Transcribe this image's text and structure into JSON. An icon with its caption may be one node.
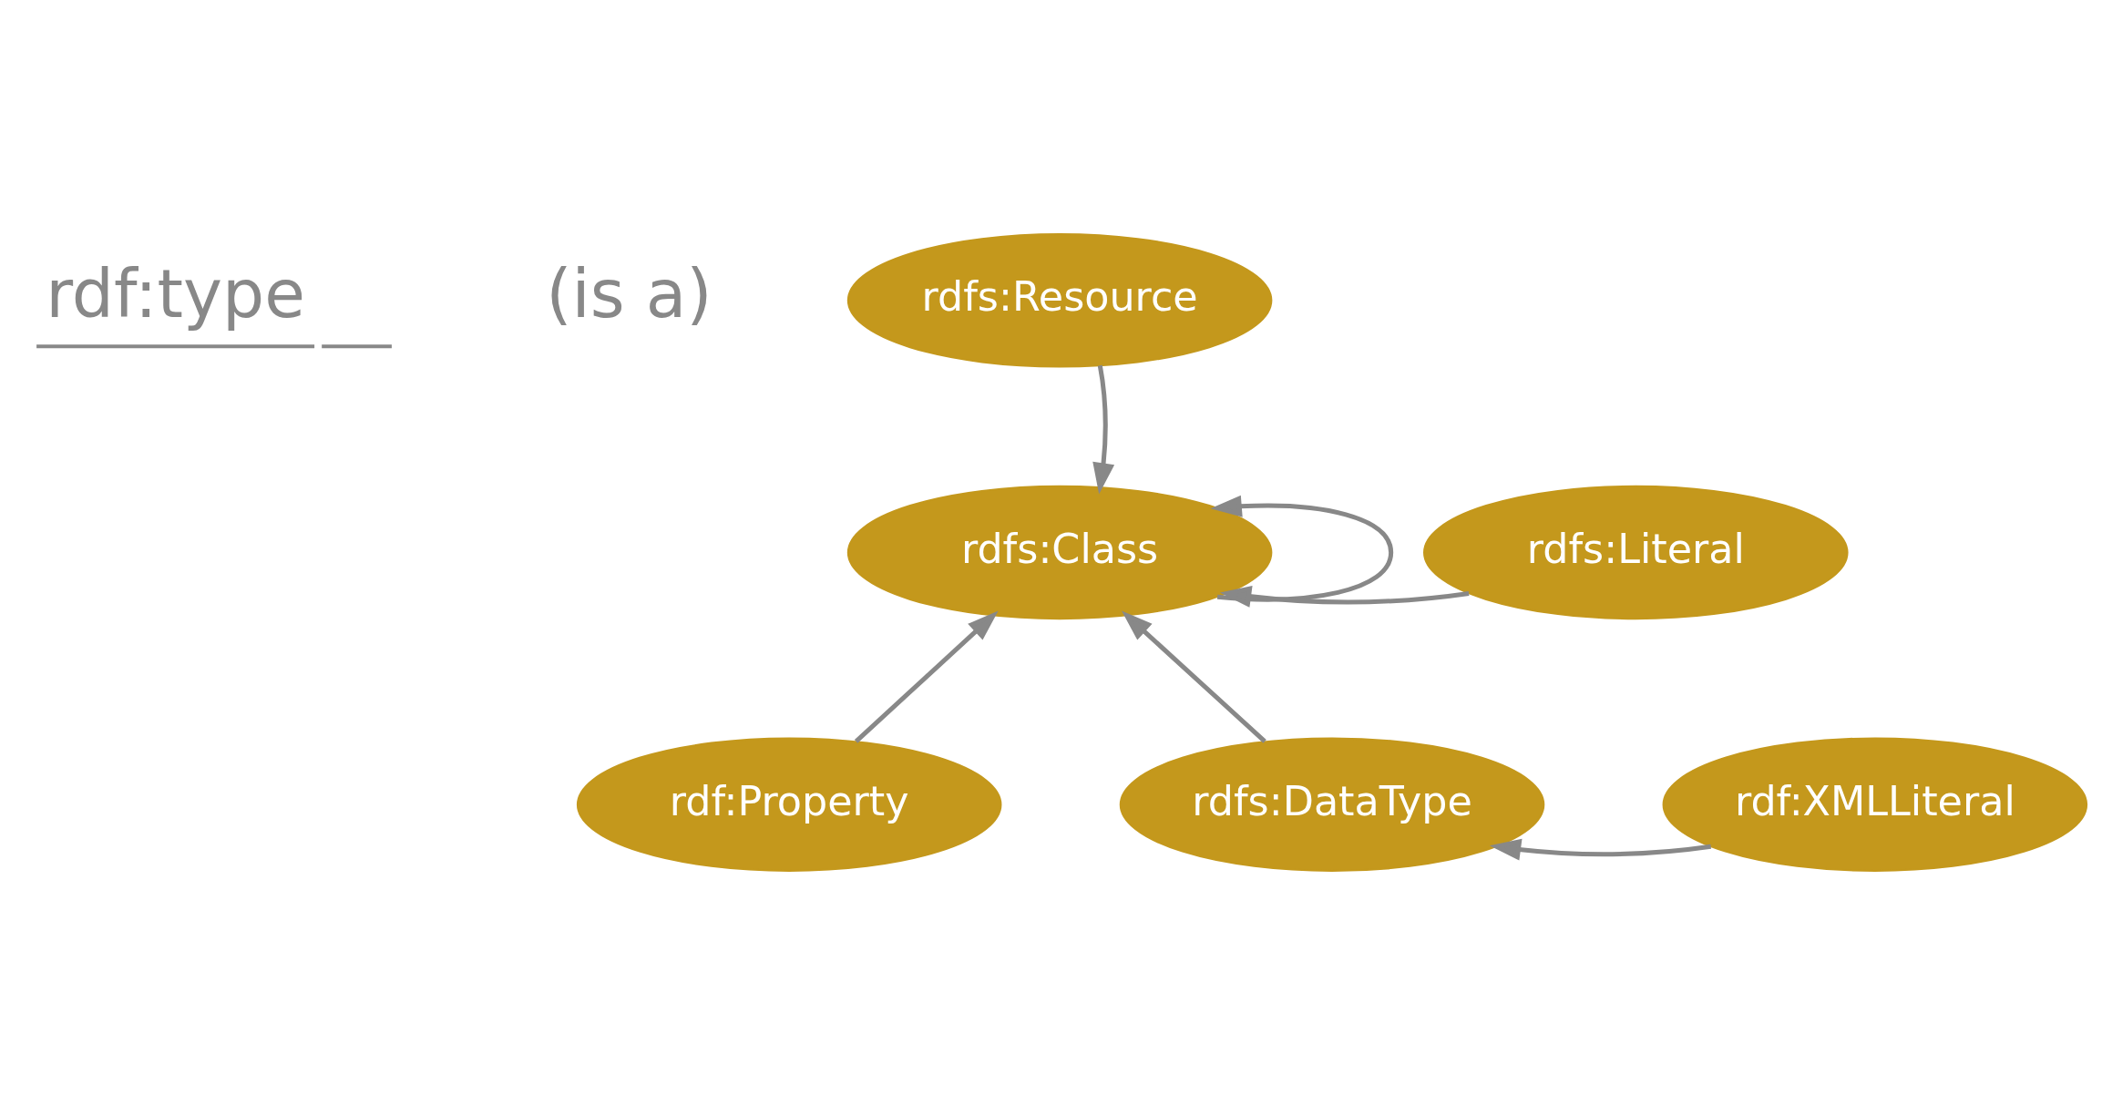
{
  "diagram": {
    "nodes": [
      {
        "text": [
          "rdfs:Resource"
        ]
      },
      {
        "text": [
          "rdfs:Class"
        ]
      },
      {
        "text": [
          "rdfs:Literal"
        ]
      },
      {
        "text": [
          "rdf:Property"
        ]
      },
      {
        "text": [
          "rdfs:DataType"
        ]
      },
      {
        "text": [
          "rdf:XMLLiteral"
        ]
      }
    ],
    "edges": [
      {
        "from": 0,
        "to": 1,
        "arrow": "to"
      },
      {
        "from": 1,
        "to": 1,
        "arrow": "to"
      },
      {
        "from": 2,
        "to": 1,
        "arrow": "to"
      },
      {
        "from": 3,
        "to": 1,
        "arrow": "to"
      },
      {
        "from": 4,
        "to": 1,
        "arrow": "to"
      },
      {
        "from": 5,
        "to": 4,
        "arrow": "to"
      }
    ],
    "labels": [
      "(is a)"
    ],
    "legend": [
      {
        "text": "rdf:type"
      }
    ]
  }
}
